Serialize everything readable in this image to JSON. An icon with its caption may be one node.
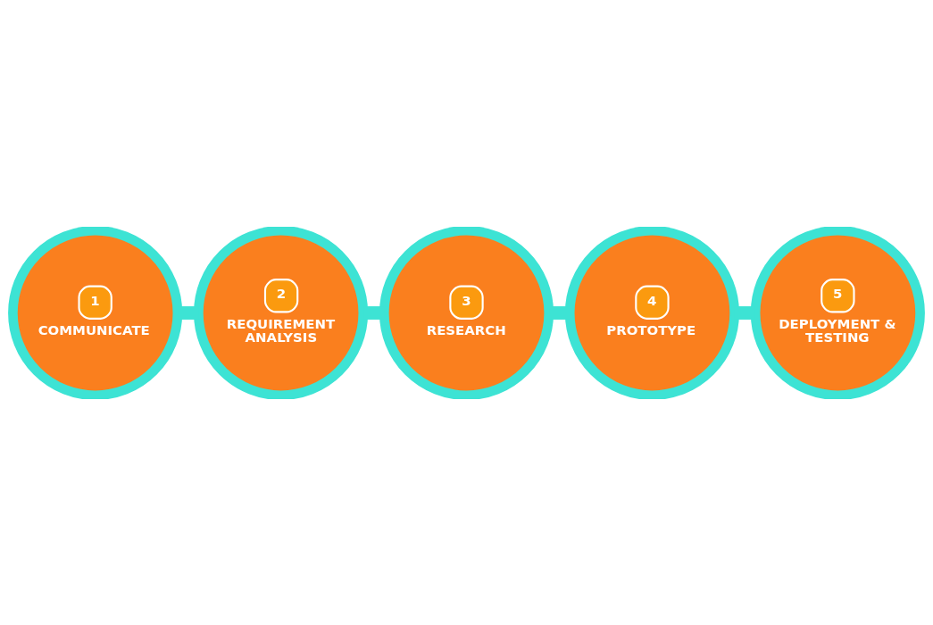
{
  "diagram": {
    "nodes": [
      {
        "text": [
          "1",
          "COMMUNICATE"
        ]
      },
      {
        "text": [
          "2",
          "REQUIREMENT ANALYSIS"
        ]
      },
      {
        "text": [
          "3",
          "RESEARCH"
        ]
      },
      {
        "text": [
          "4",
          "PROTOTYPE"
        ]
      },
      {
        "text": [
          "5",
          "DEPLOYMENT & TESTING"
        ]
      }
    ],
    "edges": [
      {
        "from": 0,
        "to": 1,
        "arrow": "none"
      },
      {
        "from": 1,
        "to": 2,
        "arrow": "none"
      },
      {
        "from": 2,
        "to": 3,
        "arrow": "none"
      },
      {
        "from": 3,
        "to": 4,
        "arrow": "none"
      }
    ]
  }
}
